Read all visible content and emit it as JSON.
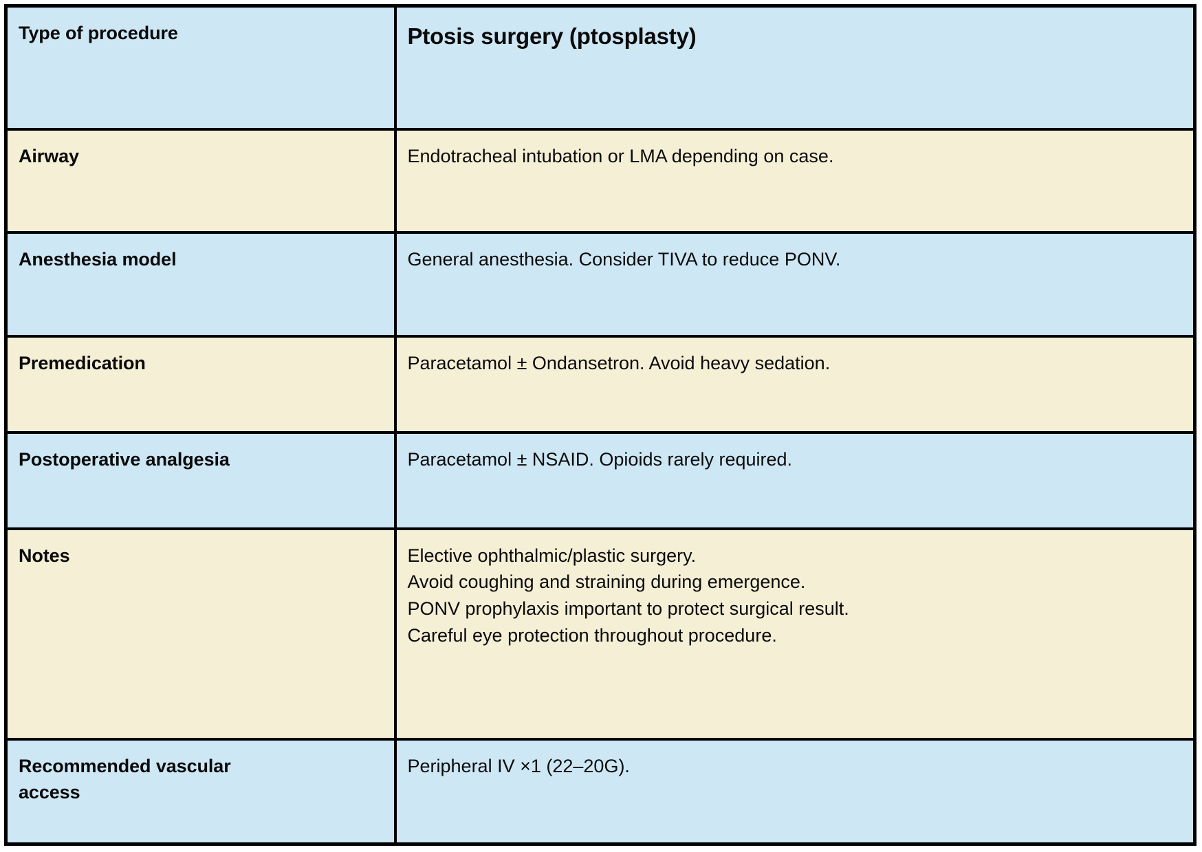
{
  "document": {
    "type": "clinical-reference-table",
    "colors": {
      "row_blue": "#cee7f5",
      "row_cream": "#f4efd5",
      "border": "#000000",
      "text": "#0a0a0a"
    }
  },
  "table": {
    "columns": [
      "Type of procedure",
      "Ptosis surgery (ptosplasty)"
    ],
    "rows": [
      {
        "id": "header",
        "shade": "blue",
        "label": "Type of procedure",
        "value": "Ptosis surgery (ptosplasty)"
      },
      {
        "id": "airway",
        "shade": "cream",
        "label": "Airway",
        "value": "Endotracheal intubation or LMA depending on case."
      },
      {
        "id": "anesthesia-model",
        "shade": "blue",
        "label": "Anesthesia model",
        "value": "General anesthesia. Consider TIVA to reduce PONV."
      },
      {
        "id": "premedication",
        "shade": "cream",
        "label": "Premedication",
        "value": "Paracetamol ± Ondansetron. Avoid heavy sedation."
      },
      {
        "id": "postoperative-analgesia",
        "shade": "blue",
        "label": "Postoperative analgesia",
        "value": "Paracetamol ± NSAID. Opioids rarely required."
      },
      {
        "id": "notes",
        "shade": "cream",
        "label": "Notes",
        "value_lines": [
          "Elective ophthalmic/plastic surgery.",
          "Avoid coughing and straining during emergence.",
          "PONV prophylaxis important to protect surgical result.",
          "Careful eye protection throughout procedure."
        ]
      },
      {
        "id": "recommended-vascular-access",
        "shade": "blue",
        "label_lines": [
          "Recommended vascular",
          "access"
        ],
        "value": "Peripheral IV ×1 (22–20G)."
      }
    ]
  }
}
